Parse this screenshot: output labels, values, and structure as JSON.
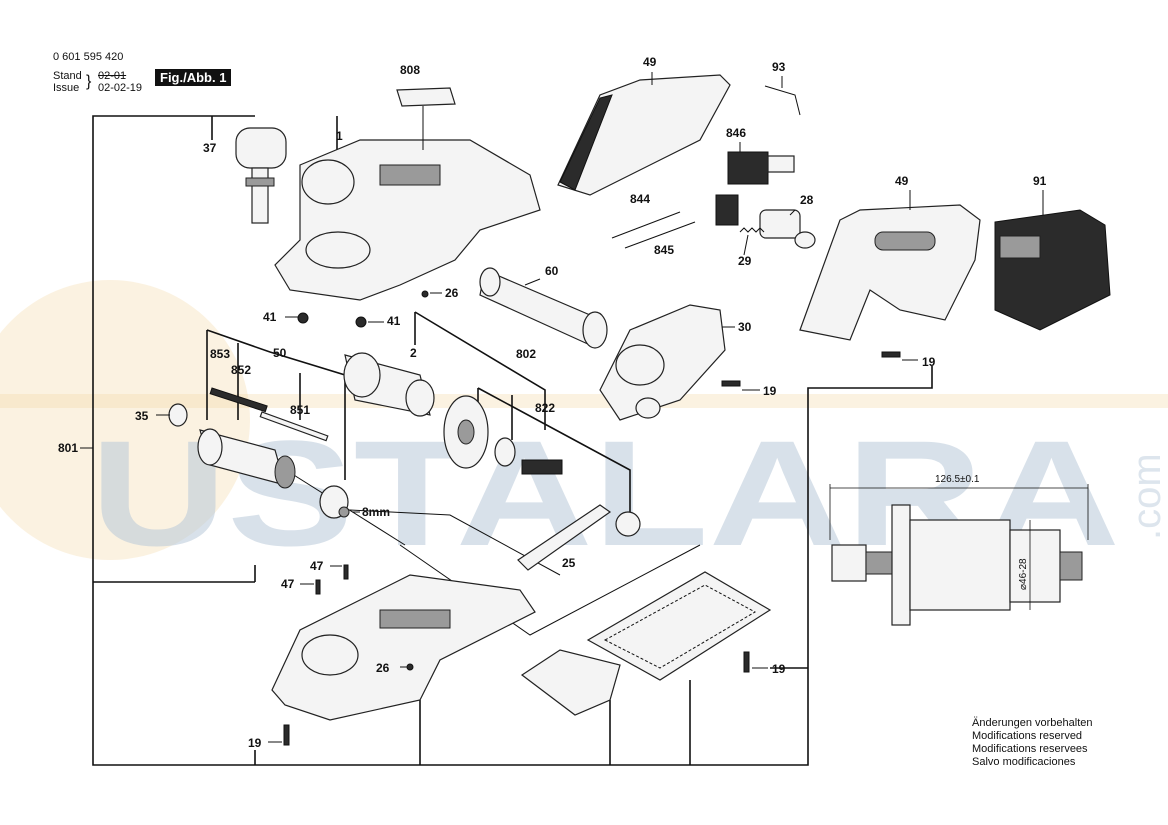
{
  "header": {
    "part_number": "0 601 595 420",
    "stand_label": "Stand",
    "issue_label": "Issue",
    "old_date": "02-01",
    "new_date": "02-02-19",
    "figure_label": "Fig./Abb. 1"
  },
  "watermark": {
    "text": "USTALARA",
    "suffix": ".com",
    "color": "#b9c9d9",
    "accent_color": "#f3d9a8"
  },
  "callouts": {
    "c808": "808",
    "c49a": "49",
    "c93": "93",
    "c37": "37",
    "c1": "1",
    "c846": "846",
    "c844": "844",
    "c845": "845",
    "c28": "28",
    "c29": "29",
    "c49b": "49",
    "c91": "91",
    "c60": "60",
    "c26a": "26",
    "c41a": "41",
    "c41b": "41",
    "c30": "30",
    "c19a": "19",
    "c19b": "19",
    "c853": "853",
    "c852": "852",
    "c50": "50",
    "c2": "2",
    "c802": "802",
    "c851": "851",
    "c822": "822",
    "c35": "35",
    "c801": "801",
    "c8mm": "8mm",
    "c25": "25",
    "c47a": "47",
    "c47b": "47",
    "c26b": "26",
    "c19c": "19",
    "c19d": "19"
  },
  "dimensions": {
    "length": "126.5±0.1",
    "diameter": "⌀46-28"
  },
  "notes": [
    "Änderungen vorbehalten",
    "Modifications reserved",
    "Modifications reservees",
    "Salvo modificaciones"
  ]
}
